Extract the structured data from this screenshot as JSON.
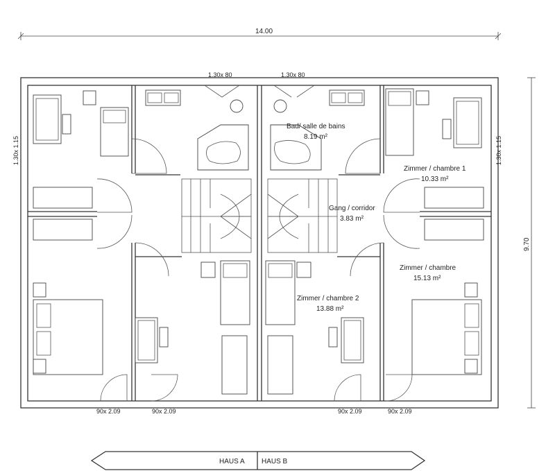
{
  "dimensions": {
    "overall_width": "14.00",
    "overall_depth": "9.70"
  },
  "openings": {
    "window_top_left": "1.30x 80",
    "window_top_right": "1.30x 80",
    "window_side_left": "1.30x 1.15",
    "window_side_right": "1.30x 1.15",
    "door_bottom_1": "90x 2.09",
    "door_bottom_2": "90x 2.09",
    "door_bottom_3": "90x 2.09",
    "door_bottom_4": "90x 2.09"
  },
  "rooms": {
    "bath_name": "Bad/ salle de bains",
    "bath_area": "8.19 m²",
    "room1_name": "Zimmer / chambre 1",
    "room1_area": "10.33 m²",
    "corridor_name": "Gang / corridor",
    "corridor_area": "3.83 m²",
    "master_name": "Zimmer / chambre",
    "master_area": "15.13 m²",
    "room2_name": "Zimmer / chambre 2",
    "room2_area": "13.88 m²"
  },
  "houses": {
    "left": "HAUS A",
    "right": "HAUS B"
  }
}
